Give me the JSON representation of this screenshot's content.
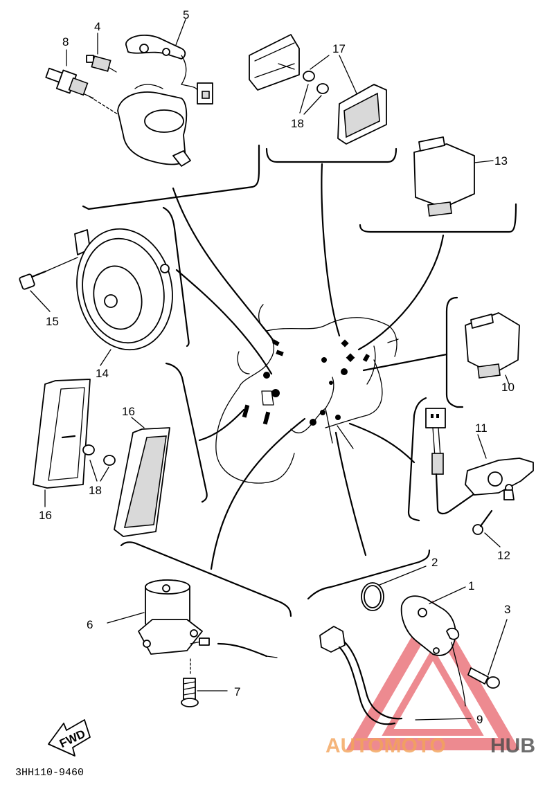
{
  "callouts": [
    {
      "id": "c1",
      "text": "1"
    },
    {
      "id": "c2",
      "text": "2"
    },
    {
      "id": "c3",
      "text": "3"
    },
    {
      "id": "c4",
      "text": "4"
    },
    {
      "id": "c5",
      "text": "5"
    },
    {
      "id": "c6",
      "text": "6"
    },
    {
      "id": "c7",
      "text": "7"
    },
    {
      "id": "c8",
      "text": "8"
    },
    {
      "id": "c9",
      "text": "9"
    },
    {
      "id": "c10",
      "text": "10"
    },
    {
      "id": "c11",
      "text": "11"
    },
    {
      "id": "c12",
      "text": "12"
    },
    {
      "id": "c13",
      "text": "13"
    },
    {
      "id": "c14",
      "text": "14"
    },
    {
      "id": "c15",
      "text": "15"
    },
    {
      "id": "c16a",
      "text": "16"
    },
    {
      "id": "c16b",
      "text": "16"
    },
    {
      "id": "c17",
      "text": "17"
    },
    {
      "id": "c18a",
      "text": "18"
    },
    {
      "id": "c18b",
      "text": "18"
    }
  ],
  "diagram_code": "3HH110-9460",
  "fwd_label": "FWD",
  "watermark": {
    "part1": "AUTOMOTO",
    "part2": "HUB",
    "color1": "#f3a35a",
    "color2": "#4a4a4a",
    "logo_color": "#e8636b"
  }
}
